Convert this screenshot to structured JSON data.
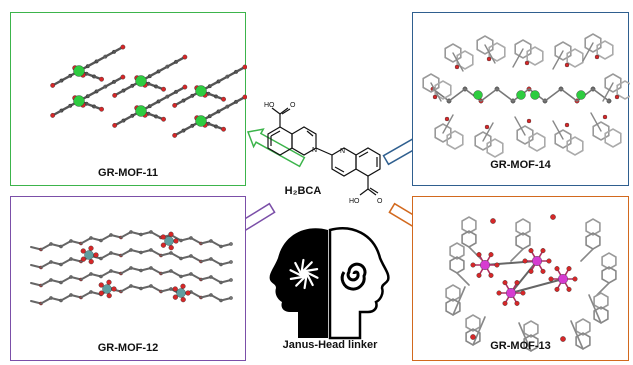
{
  "colors": {
    "mof11": "#3cb44b",
    "mof14": "#2f5f8f",
    "mof12": "#7b4fa8",
    "mof13": "#d2691e",
    "green_atom": "#2ecc40",
    "pink_atom": "#d63bd1",
    "red_atom": "#d62728",
    "carbon": "#555555"
  },
  "panels": {
    "mof11": {
      "label": "GR-MOF-11"
    },
    "mof14": {
      "label": "GR-MOF-14"
    },
    "mof12": {
      "label": "GR-MOF-12"
    },
    "mof13": {
      "label": "GR-MOF-13"
    }
  },
  "molecule": {
    "name": "H₂BCA",
    "top_group": "HO",
    "top_o": "O",
    "bottom_group": "HO",
    "bottom_o": "O",
    "n1": "N",
    "n2": "N"
  },
  "linker": {
    "label": "Janus-Head linker"
  },
  "icons": [
    "janus-heads-icon",
    "swirl-icon",
    "spiral-icon"
  ]
}
